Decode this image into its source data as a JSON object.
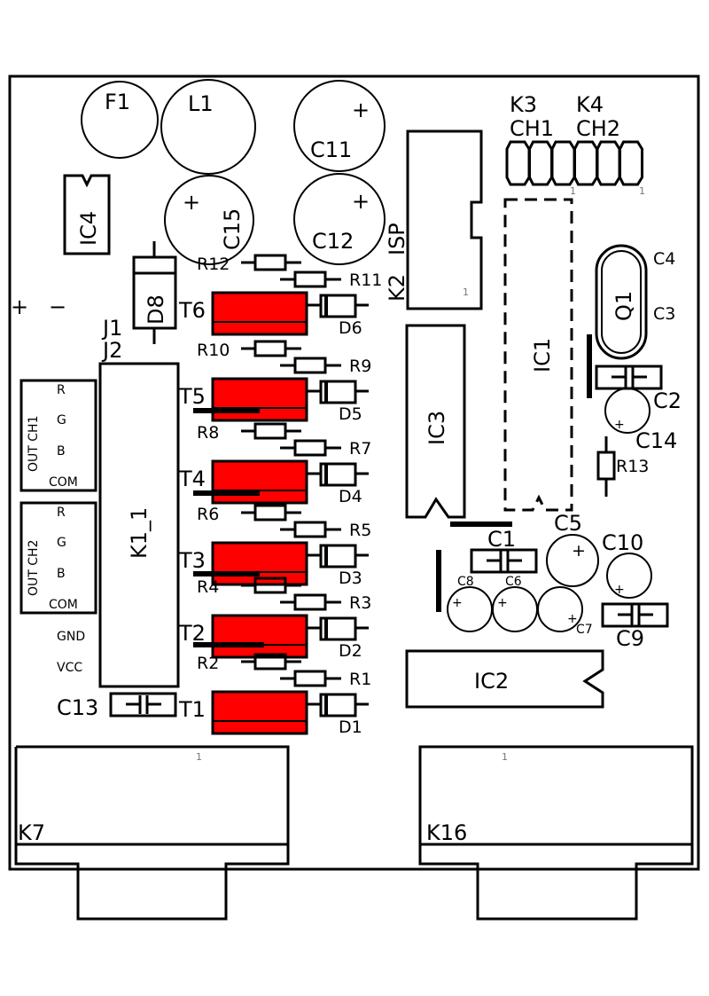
{
  "board": {
    "colors": {
      "outline": "#000000",
      "transistor_fill": "#ff0000",
      "background": "#ffffff"
    }
  },
  "labels": {
    "F1": "F1",
    "L1": "L1",
    "C11": "C11",
    "C12": "C12",
    "C15": "C15",
    "IC4": "IC4",
    "D8": "D8",
    "J1": "J1",
    "J2": "J2",
    "plus": "+",
    "minus": "−",
    "K3": "K3",
    "K4": "K4",
    "CH1": "CH1",
    "CH2": "CH2",
    "pin1": "1",
    "ISP": "ISP",
    "K2": "K2",
    "IC1": "IC1",
    "IC3": "IC3",
    "IC2": "IC2",
    "Q1": "Q1",
    "C4": "C4",
    "C3": "C3",
    "C2": "C2",
    "C14": "C14",
    "R13": "R13",
    "C1": "C1",
    "C5": "C5",
    "C10": "C10",
    "C8": "C8",
    "C6": "C6",
    "C7": "C7",
    "C9": "C9",
    "C13": "C13",
    "K1_1": "K1_1",
    "K7": "K7",
    "K16": "K16"
  },
  "outputs": {
    "ch1": {
      "title": "OUT CH1",
      "pins": [
        "R",
        "G",
        "B",
        "COM"
      ]
    },
    "ch2": {
      "title": "OUT CH2",
      "pins": [
        "R",
        "G",
        "B",
        "COM"
      ]
    },
    "power": [
      "GND",
      "VCC"
    ]
  },
  "channels": [
    {
      "t": "T6",
      "d": "D6",
      "ra": "R12",
      "rb": "R11"
    },
    {
      "t": "T5",
      "d": "D5",
      "ra": "R10",
      "rb": "R9"
    },
    {
      "t": "T4",
      "d": "D4",
      "ra": "R8",
      "rb": "R7"
    },
    {
      "t": "T3",
      "d": "D3",
      "ra": "R6",
      "rb": "R5"
    },
    {
      "t": "T2",
      "d": "D2",
      "ra": "R4",
      "rb": "R3"
    },
    {
      "t": "T1",
      "d": "D1",
      "ra": "R2",
      "rb": "R1"
    }
  ]
}
